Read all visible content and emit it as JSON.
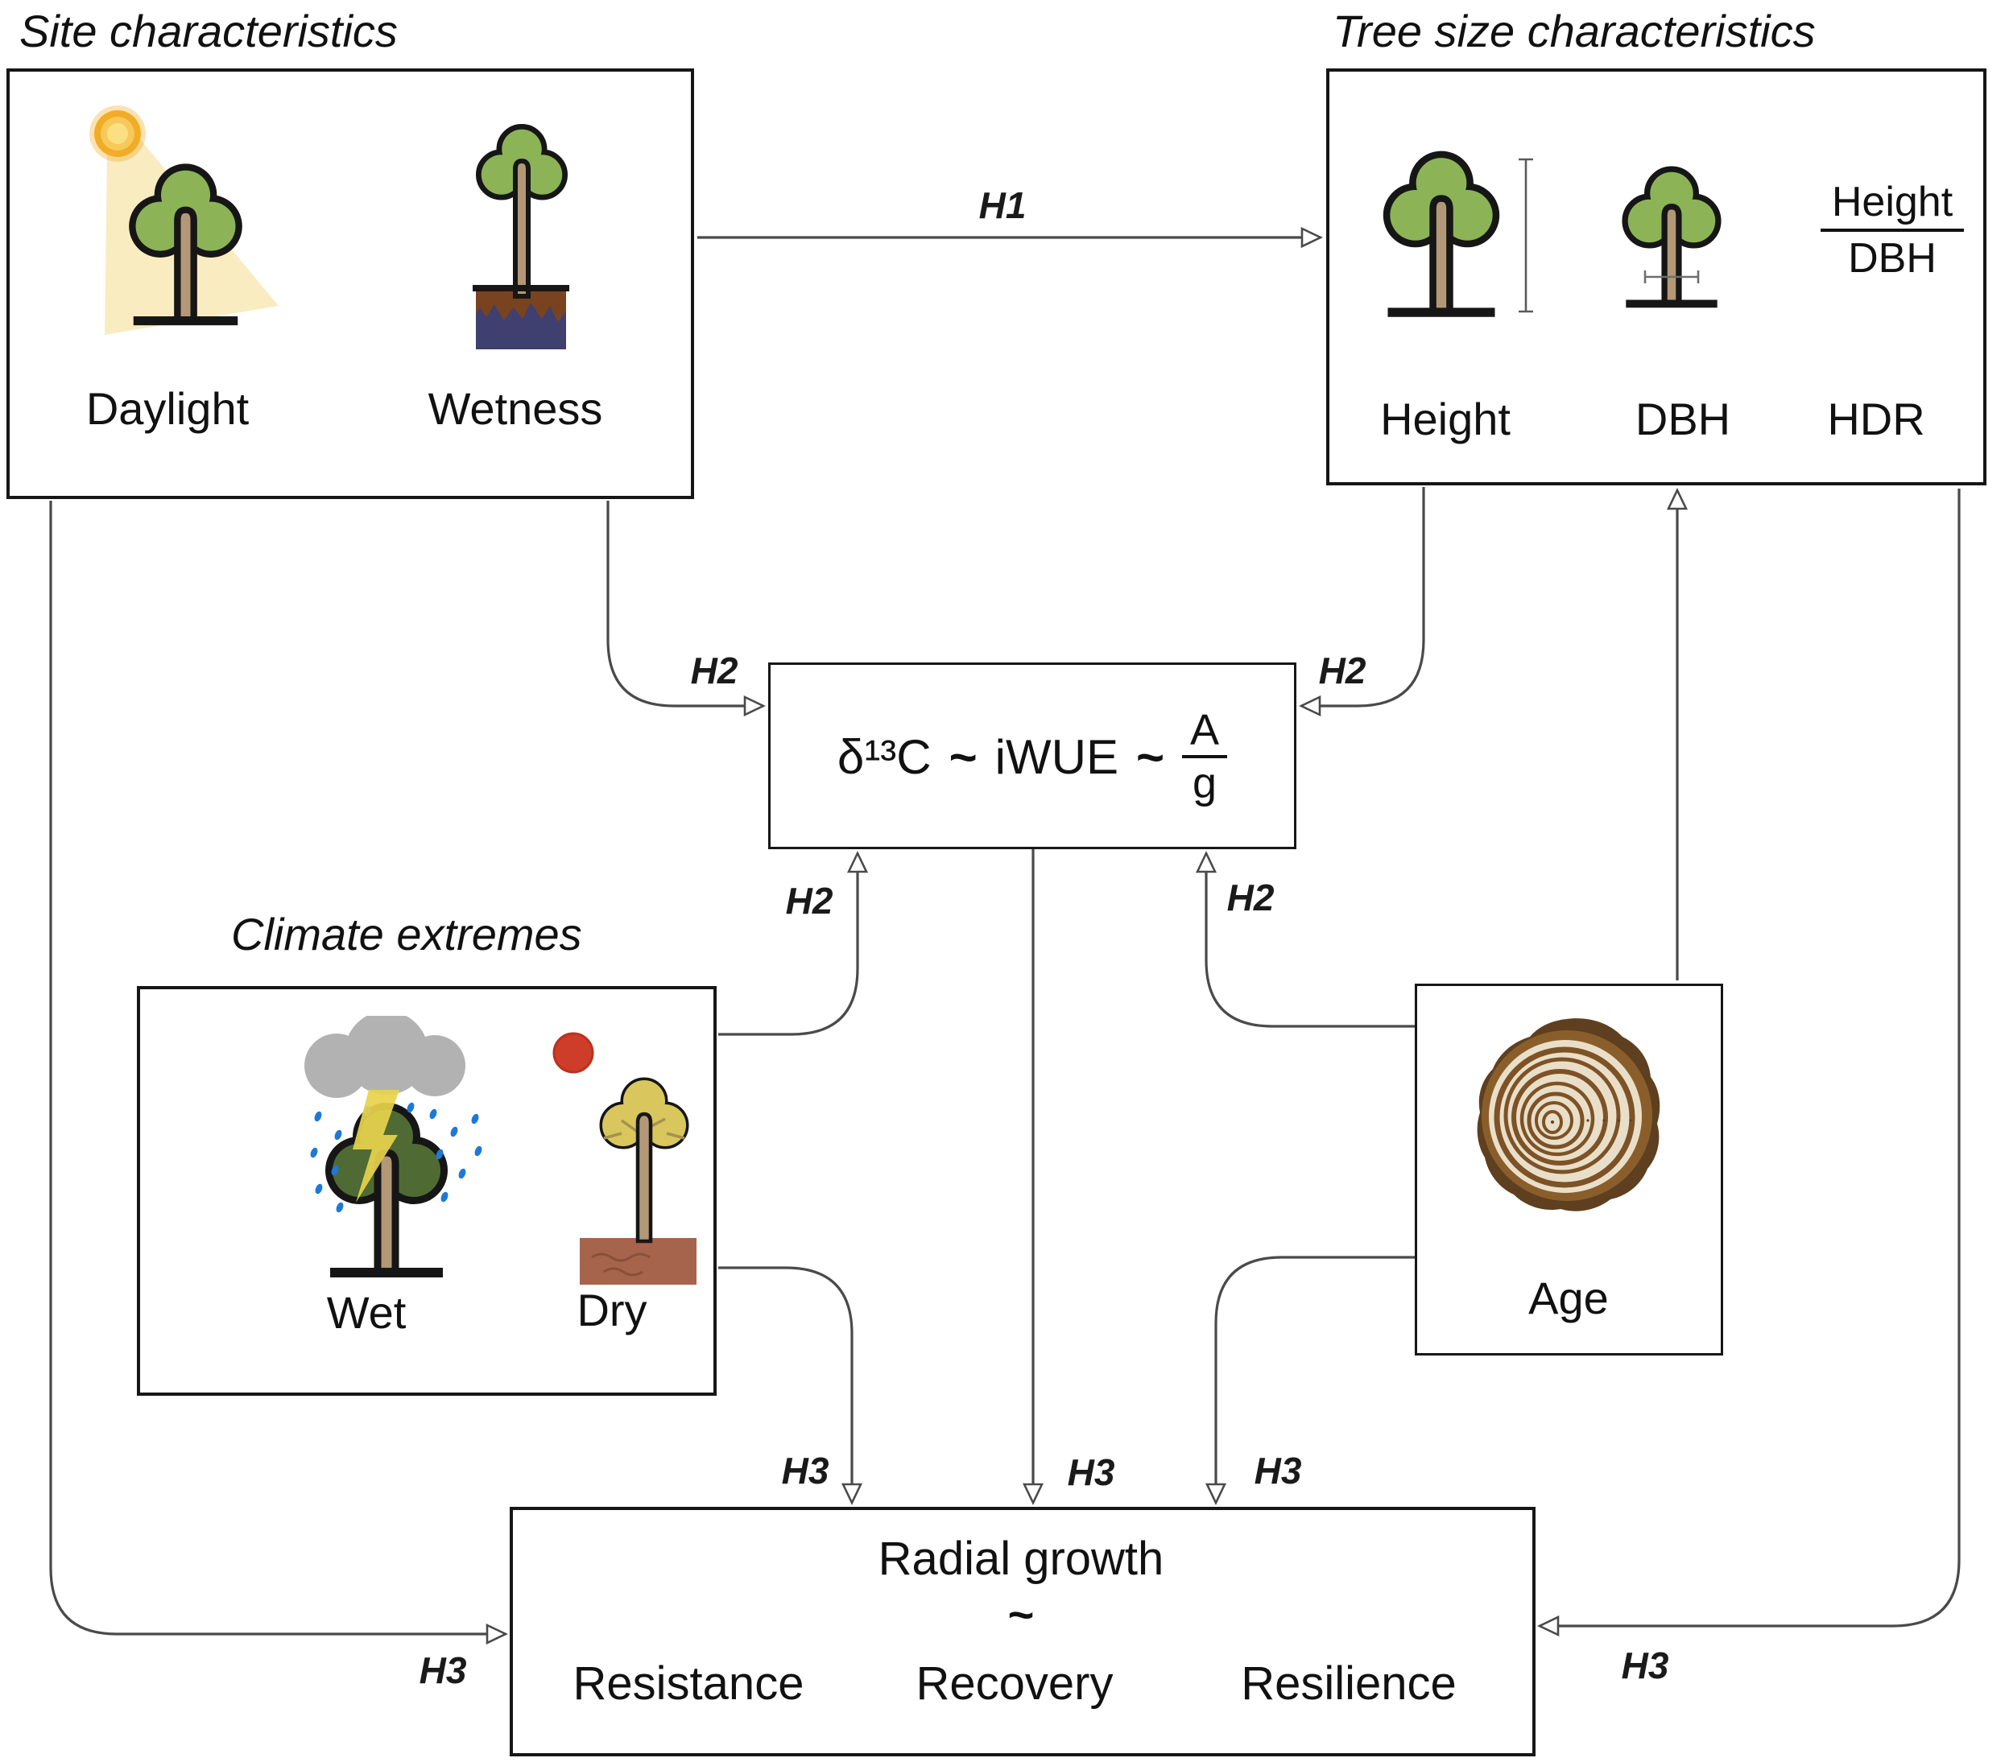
{
  "diagram": {
    "site": {
      "title": "Site characteristics",
      "daylight_label": "Daylight",
      "wetness_label": "Wetness"
    },
    "tree_size": {
      "title": "Tree size characteristics",
      "height_label": "Height",
      "dbh_label": "DBH",
      "hdr_label": "HDR",
      "ratio": {
        "numerator": "Height",
        "denominator": "DBH"
      }
    },
    "isotope_formula": {
      "delta_term": "δ¹³C",
      "tilde_1": "~",
      "iwue_term": "iWUE",
      "tilde_2": "~",
      "ratio": {
        "numerator": "A",
        "denominator": "g"
      }
    },
    "climate": {
      "title": "Climate extremes",
      "wet_label": "Wet",
      "dry_label": "Dry"
    },
    "age": {
      "label": "Age"
    },
    "radial_growth": {
      "title": "Radial growth",
      "tilde": "~",
      "resistance_label": "Resistance",
      "recovery_label": "Recovery",
      "resilience_label": "Resilience"
    },
    "hypotheses": {
      "h1": "H1",
      "h2": "H2",
      "h3": "H3"
    },
    "icons": {
      "daylight": "sun-beam-tree-icon",
      "wetness": "tree-waterlogged-soil-icon",
      "height": "tree-height-measure-icon",
      "dbh": "tree-dbh-caliper-icon",
      "wet": "storm-rain-lightning-tree-icon",
      "dry": "drought-sun-tree-icon",
      "age": "tree-rings-cross-section-icon"
    },
    "colors": {
      "connector": "#4a4a4a",
      "outline": "#161616",
      "crown_green": "#8cb457",
      "trunk": "#b39877",
      "sun_yellow": "#f2ac25",
      "sun_core": "#fbe083",
      "beam": "#f8e7b2",
      "water": "#3f3f70",
      "wet_soil": "#7a431f",
      "storm_crown": "#4f6b33",
      "cloud": "#acacac",
      "rain": "#1d79d8",
      "lightning": "#e8d44c",
      "dry_sun": "#cd3d29",
      "dry_crown": "#d9c75e",
      "dry_soil": "#a7644c",
      "bark": "#5e3f1f",
      "bark_inner": "#8a5e2b",
      "wood": "#e9dfc9",
      "ring": "#7d5226"
    }
  }
}
